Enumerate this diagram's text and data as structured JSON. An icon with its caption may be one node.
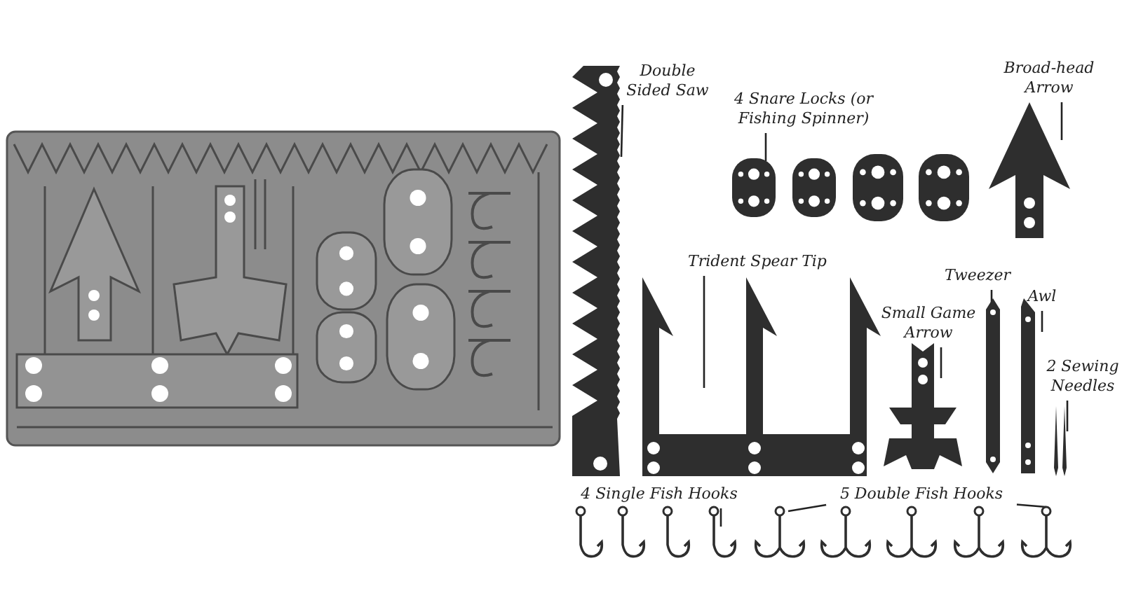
{
  "diagram": {
    "nodes": [
      {
        "text": [
          "Double Sided Saw"
        ]
      },
      {
        "text": [],
        "shape": "picture"
      },
      {
        "text": [
          "4 Snare Locks (or Fishing Spinner)"
        ]
      },
      {
        "text": [],
        "shape": "picture"
      },
      {
        "text": [
          "Broad-head Arrow"
        ]
      },
      {
        "text": [],
        "shape": "picture"
      },
      {
        "text": [
          "Trident Spear Tip"
        ]
      },
      {
        "text": [],
        "shape": "picture"
      },
      {
        "text": [
          "Small Game Arrow"
        ]
      },
      {
        "text": [],
        "shape": "picture"
      },
      {
        "text": [
          "Tweezer"
        ]
      },
      {
        "text": [],
        "shape": "picture"
      },
      {
        "text": [
          "Awl"
        ]
      },
      {
        "text": [],
        "shape": "picture"
      },
      {
        "text": [
          "2 Sewing Needles"
        ]
      },
      {
        "text": [],
        "shape": "picture"
      },
      {
        "text": [
          "4 Single Fish Hooks"
        ]
      },
      {
        "text": [],
        "shape": "picture"
      },
      {
        "text": [
          "5 Double Fish Hooks"
        ]
      },
      {
        "text": [],
        "shape": "picture"
      },
      {
        "text": [],
        "shape": "picture"
      }
    ],
    "edges": [
      {
        "from": 0,
        "to": 1,
        "arrow": "none"
      },
      {
        "from": 2,
        "to": 3,
        "arrow": "none"
      },
      {
        "from": 4,
        "to": 5,
        "arrow": "none"
      },
      {
        "from": 6,
        "to": 7,
        "arrow": "none"
      },
      {
        "from": 8,
        "to": 9,
        "arrow": "none"
      },
      {
        "from": 10,
        "to": 11,
        "arrow": "none"
      },
      {
        "from": 12,
        "to": 13,
        "arrow": "none"
      },
      {
        "from": 14,
        "to": 15,
        "arrow": "none"
      },
      {
        "from": 16,
        "to": 17,
        "arrow": "none"
      },
      {
        "from": 18,
        "to": 19,
        "arrow": "none"
      },
      {
        "from": 18,
        "to": 20,
        "arrow": "none"
      }
    ]
  }
}
